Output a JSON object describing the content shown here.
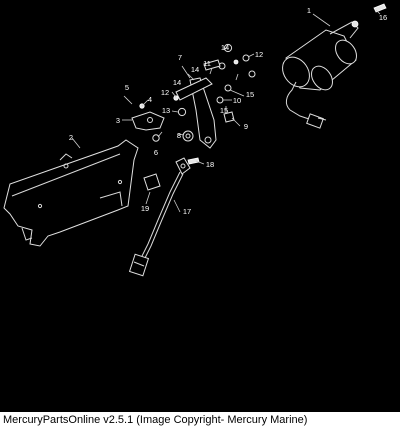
{
  "caption": "MercuryPartsOnline v2.5.1 (Image Copyright- Mercury Marine)",
  "callouts": {
    "c1": "1",
    "c2": "2",
    "c3": "3",
    "c4": "4",
    "c5": "5",
    "c6": "6",
    "c7": "7",
    "c8": "8",
    "c9": "9",
    "c10": "10",
    "c11": "11",
    "c12a": "12",
    "c12b": "12",
    "c13": "13",
    "c14a": "14",
    "c14b": "14",
    "c14c": "14",
    "c15a": "15",
    "c15b": "15",
    "c16": "16",
    "c17": "17",
    "c18": "18",
    "c19": "19"
  }
}
